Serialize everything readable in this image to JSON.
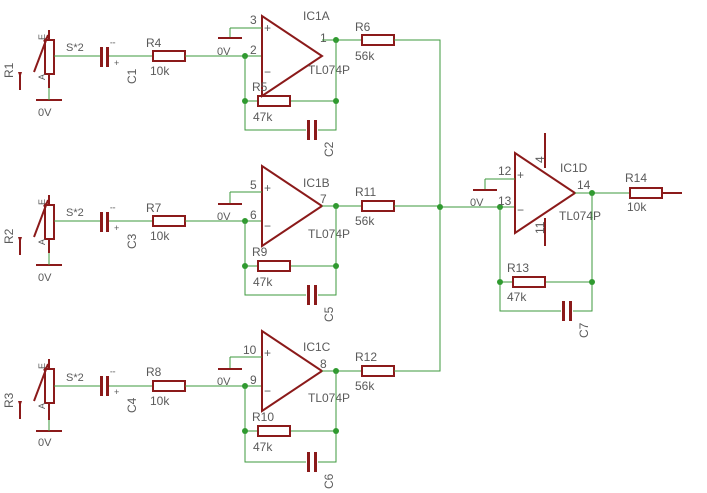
{
  "colors": {
    "wire": "#3e9a3e",
    "part": "#8b1a1a",
    "text": "#5a5a5a",
    "junction": "#2f9a2f"
  },
  "ground_label": "0V",
  "channels": [
    {
      "pot": {
        "name": "R1",
        "pin_a": "A",
        "pin_e": "E",
        "pin_s": "S*2",
        "ground": "0V"
      },
      "cap_in": {
        "name": "C1",
        "plus": "+"
      },
      "r_in": {
        "name": "R4",
        "value": "10k"
      },
      "opamp": {
        "name": "IC1A",
        "type": "TL074P",
        "pin_plus": "3",
        "pin_minus": "2",
        "pin_out": "1",
        "ref": "0V",
        "plus_sign": "+",
        "minus_sign": "−"
      },
      "r_fb": {
        "name": "R5",
        "value": "47k"
      },
      "c_fb": {
        "name": "C2"
      },
      "r_out": {
        "name": "R6",
        "value": "56k"
      }
    },
    {
      "pot": {
        "name": "R2",
        "pin_a": "A",
        "pin_e": "E",
        "pin_s": "S*2",
        "ground": "0V"
      },
      "cap_in": {
        "name": "C3",
        "plus": "+"
      },
      "r_in": {
        "name": "R7",
        "value": "10k"
      },
      "opamp": {
        "name": "IC1B",
        "type": "TL074P",
        "pin_plus": "5",
        "pin_minus": "6",
        "pin_out": "7",
        "ref": "0V",
        "plus_sign": "+",
        "minus_sign": "−"
      },
      "r_fb": {
        "name": "R9",
        "value": "47k"
      },
      "c_fb": {
        "name": "C5"
      },
      "r_out": {
        "name": "R11",
        "value": "56k"
      }
    },
    {
      "pot": {
        "name": "R3",
        "pin_a": "A",
        "pin_e": "E",
        "pin_s": "S*2",
        "ground": "0V"
      },
      "cap_in": {
        "name": "C4",
        "plus": "+"
      },
      "r_in": {
        "name": "R8",
        "value": "10k"
      },
      "opamp": {
        "name": "IC1C",
        "type": "TL074P",
        "pin_plus": "10",
        "pin_minus": "9",
        "pin_out": "8",
        "ref": "0V",
        "plus_sign": "+",
        "minus_sign": "−"
      },
      "r_fb": {
        "name": "R10",
        "value": "47k"
      },
      "c_fb": {
        "name": "C6"
      },
      "r_out": {
        "name": "R12",
        "value": "56k"
      }
    }
  ],
  "mixer": {
    "opamp": {
      "name": "IC1D",
      "type": "TL074P",
      "pin_plus": "12",
      "pin_minus": "13",
      "pin_out": "14",
      "pin_vcc": "4",
      "pin_vee": "11",
      "ref": "0V",
      "plus_sign": "+",
      "minus_sign": "−"
    },
    "r_fb": {
      "name": "R13",
      "value": "47k"
    },
    "c_fb": {
      "name": "C7"
    },
    "r_out": {
      "name": "R14",
      "value": "10k"
    }
  }
}
